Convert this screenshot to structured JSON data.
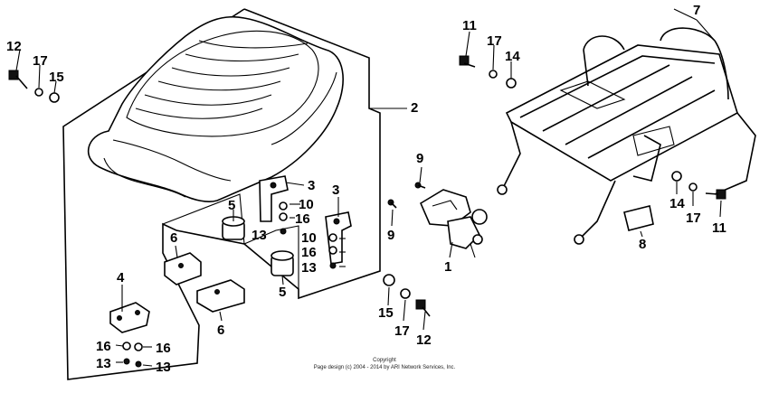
{
  "callouts": {
    "c1": "1",
    "c2": "2",
    "c3a": "3",
    "c3b": "3",
    "c4": "4",
    "c5a": "5",
    "c5b": "5",
    "c6a": "6",
    "c6b": "6",
    "c7": "7",
    "c8": "8",
    "c9a": "9",
    "c9b": "9",
    "c10a": "10",
    "c10b": "10",
    "c11a": "11",
    "c11b": "11",
    "c12a": "12",
    "c12b": "12",
    "c13a": "13",
    "c13b": "13",
    "c13c": "13",
    "c13d": "13",
    "c14a": "14",
    "c14b": "14",
    "c15a": "15",
    "c15b": "15",
    "c16a": "16",
    "c16b": "16",
    "c16c": "16",
    "c16d": "16",
    "c17a": "17",
    "c17b": "17",
    "c17c": "17",
    "c17d": "17"
  },
  "copyright": {
    "line1": "Copyright",
    "line2": "Page design (c) 2004 - 2014 by ARI Network Services, Inc."
  }
}
